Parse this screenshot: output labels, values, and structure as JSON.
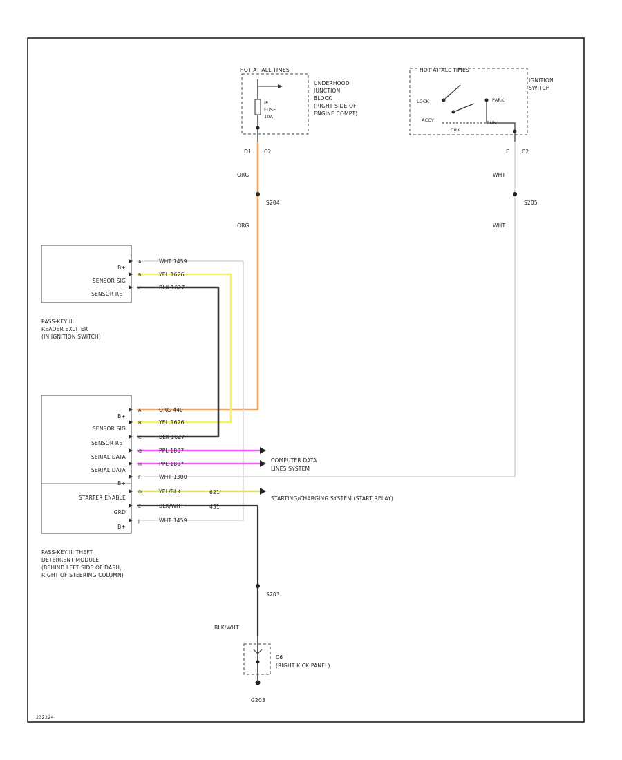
{
  "battery_feed": {
    "hot_label": "HOT AT ALL TIMES",
    "junction_block": [
      "UNDERHOOD",
      "JUNCTION",
      "BLOCK",
      "(RIGHT SIDE OF",
      "ENGINE COMPT)"
    ],
    "fuse": [
      "IP",
      "FUSE",
      "10A"
    ],
    "pin": "D1",
    "connector": "C2",
    "wire_upper": "ORG",
    "splice": "S204",
    "wire_lower": "ORG"
  },
  "ignition": {
    "hot_label": "HOT AT ALL TIMES",
    "switch_name": [
      "IGNITION",
      "SWITCH"
    ],
    "positions": {
      "lock": "LOCK",
      "accy": "ACCY",
      "park": "PARK",
      "run": "RUN",
      "crk": "CRK"
    },
    "pin": "E",
    "connector": "C2",
    "wire_upper": "WHT",
    "splice": "S205",
    "wire_lower": "WHT"
  },
  "reader_exciter": {
    "pins": [
      {
        "label": "B+",
        "pin": "A",
        "wire": "WHT 1459"
      },
      {
        "label": "SENSOR SIG",
        "pin": "B",
        "wire": "YEL 1626"
      },
      {
        "label": "SENSOR RET",
        "pin": "C",
        "wire": "BLK 1627"
      }
    ],
    "caption": [
      "PASS-KEY III",
      "READER EXCITER",
      "(IN IGNITION SWITCH)"
    ]
  },
  "theft_module": {
    "pins": [
      {
        "label": "B+",
        "pin": "A",
        "wire": "ORG 440"
      },
      {
        "label": "SENSOR SIG",
        "pin": "B",
        "wire": "YEL 1626"
      },
      {
        "label": "SENSOR RET",
        "pin": "C",
        "wire": "BLK 1627"
      },
      {
        "label": "SERIAL DATA",
        "pin": "G",
        "wire": "PPL 1807"
      },
      {
        "label": "SERIAL DATA",
        "pin": "H",
        "wire": "PPL 1807"
      },
      {
        "label": "B+",
        "pin": "F",
        "wire": "WHT 1300"
      },
      {
        "label": "STARTER ENABLE",
        "pin": "D",
        "wire": "YEL/BLK",
        "circuit": "621"
      },
      {
        "label": "GRD",
        "pin": "E",
        "wire": "BLK/WHT",
        "circuit": "451"
      },
      {
        "label": "B+",
        "pin": "J",
        "wire": "WHT 1459"
      }
    ],
    "caption": [
      "PASS-KEY III THEFT",
      "DETERRENT MODULE",
      "(BEHIND LEFT SIDE OF DASH,",
      "RIGHT OF STEERING COLUMN)"
    ]
  },
  "destinations": {
    "computer_data": [
      "COMPUTER DATA",
      "LINES SYSTEM"
    ],
    "starting": "STARTING/CHARGING SYSTEM (START RELAY)"
  },
  "ground": {
    "splice": "S203",
    "wire": "BLK/WHT",
    "conn_pin": "C6",
    "conn_loc": "(RIGHT KICK PANEL)",
    "ground_id": "G203"
  },
  "footer_id": "232224",
  "colors": {
    "orange": "#f5a25c",
    "yellow": "#f4f266",
    "black": "#333333",
    "purple": "#ee5cf2",
    "white_wire": "#d6d6d6",
    "yellow_black": "#dfe56b",
    "frame": "#222222"
  }
}
